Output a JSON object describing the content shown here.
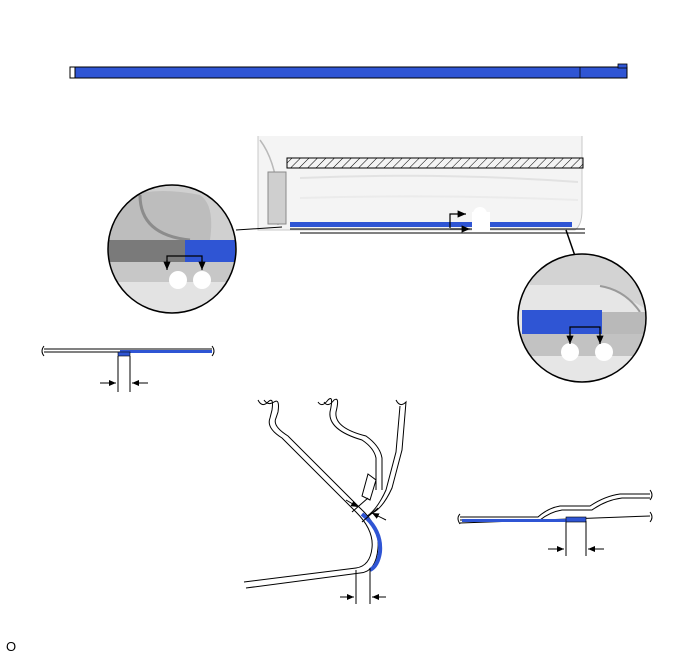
{
  "figure": {
    "footer_code": "O",
    "colors": {
      "tape_blue": "#2f55d4",
      "outline": "#000000",
      "panel_gray": "#d9d9d9",
      "dark_gray": "#6e6e6e",
      "background": "#ffffff"
    },
    "callouts": [
      {
        "name": "front-detail-circle",
        "arrow": "double-arrow-down"
      },
      {
        "name": "rear-detail-circle",
        "arrow": "double-arrow-down"
      }
    ],
    "sections": [
      {
        "name": "flat-tape-section",
        "dimension": "width-arrows"
      },
      {
        "name": "curved-flange-section",
        "dimension": "two-width-arrows"
      },
      {
        "name": "stepped-panel-section",
        "dimension": "width-arrows"
      }
    ]
  }
}
